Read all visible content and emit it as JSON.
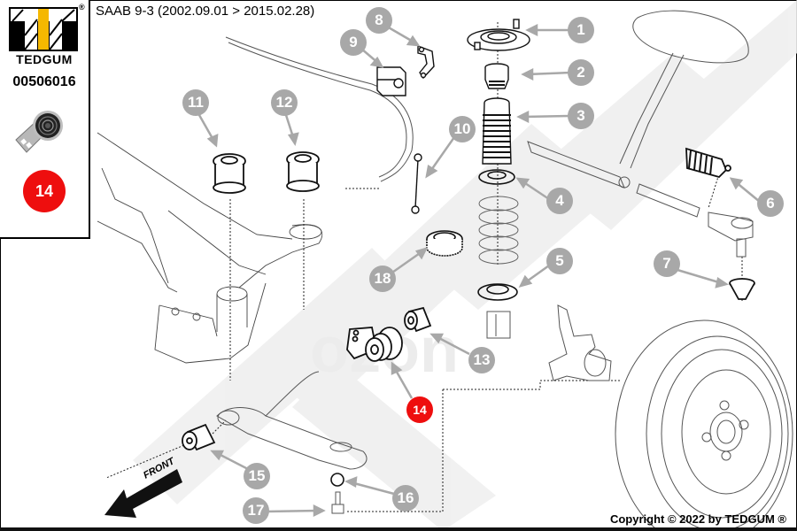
{
  "header": {
    "vehicle_title": "SAAB 9-3  (2002.09.01 > 2015.02.28)"
  },
  "sidebar": {
    "brand_name": "TEDGUM",
    "registered_mark": "®",
    "part_number": "00506016",
    "highlighted_position": "14",
    "colors": {
      "logo_accent": "#f5b800",
      "badge": "#ee0e0e"
    }
  },
  "diagram": {
    "front_label": "FRONT",
    "watermark_text": "TEDGUM",
    "callouts": [
      {
        "number": "1",
        "part": "strut-top-mount"
      },
      {
        "number": "2",
        "part": "bump-stop"
      },
      {
        "number": "3",
        "part": "dust-boot"
      },
      {
        "number": "4",
        "part": "upper-spring-seat"
      },
      {
        "number": "5",
        "part": "lower-spring-seat"
      },
      {
        "number": "6",
        "part": "steering-rack-boot"
      },
      {
        "number": "7",
        "part": "ball-joint-boot"
      },
      {
        "number": "8",
        "part": "stabilizer-bracket"
      },
      {
        "number": "9",
        "part": "stabilizer-bushing"
      },
      {
        "number": "10",
        "part": "stabilizer-link"
      },
      {
        "number": "11",
        "part": "subframe-bushing-front"
      },
      {
        "number": "12",
        "part": "subframe-bushing-rear"
      },
      {
        "number": "13",
        "part": "control-arm-bushing-small"
      },
      {
        "number": "14",
        "part": "control-arm-bushing-rear",
        "highlighted": true
      },
      {
        "number": "15",
        "part": "control-arm-bushing-front"
      },
      {
        "number": "16",
        "part": "ball-joint-boot-lower"
      },
      {
        "number": "17",
        "part": "ball-joint"
      },
      {
        "number": "18",
        "part": "strut-bearing"
      }
    ],
    "colors": {
      "callout": "#a8a8a8",
      "highlight": "#ee0e0e",
      "watermark": "#efefef"
    }
  },
  "footer": {
    "copyright": "Copyright © 2022 by TEDGUM ®"
  }
}
